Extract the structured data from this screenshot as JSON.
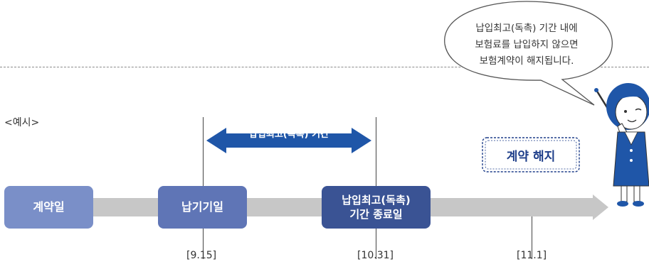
{
  "example_label": "<예시>",
  "boxes": {
    "contract_date": "계약일",
    "due_date": "납기기일",
    "grace_end_line1": "납입최고(독촉)",
    "grace_end_line2": "기간 종료일"
  },
  "period_arrow_label": "납입최고(독촉) 기간",
  "cancellation_label": "계약 해지",
  "dates": [
    "[9.15]",
    "[10.31]",
    "[11.1]"
  ],
  "speech_bubble": [
    "납입최고(독촉) 기간 내에",
    "보험료를 납입하지 않으면",
    "보험계약이 해지됩니다."
  ],
  "colors": {
    "box_light": "#7a8fc8",
    "box_mid": "#5f75b6",
    "box_dark": "#3a5394",
    "arrow_blue": "#1f56a8",
    "timeline_gray": "#c7c7c7",
    "cancel_text": "#1f3f8a"
  },
  "icons": {
    "character": "teacher-with-pointer-icon"
  }
}
